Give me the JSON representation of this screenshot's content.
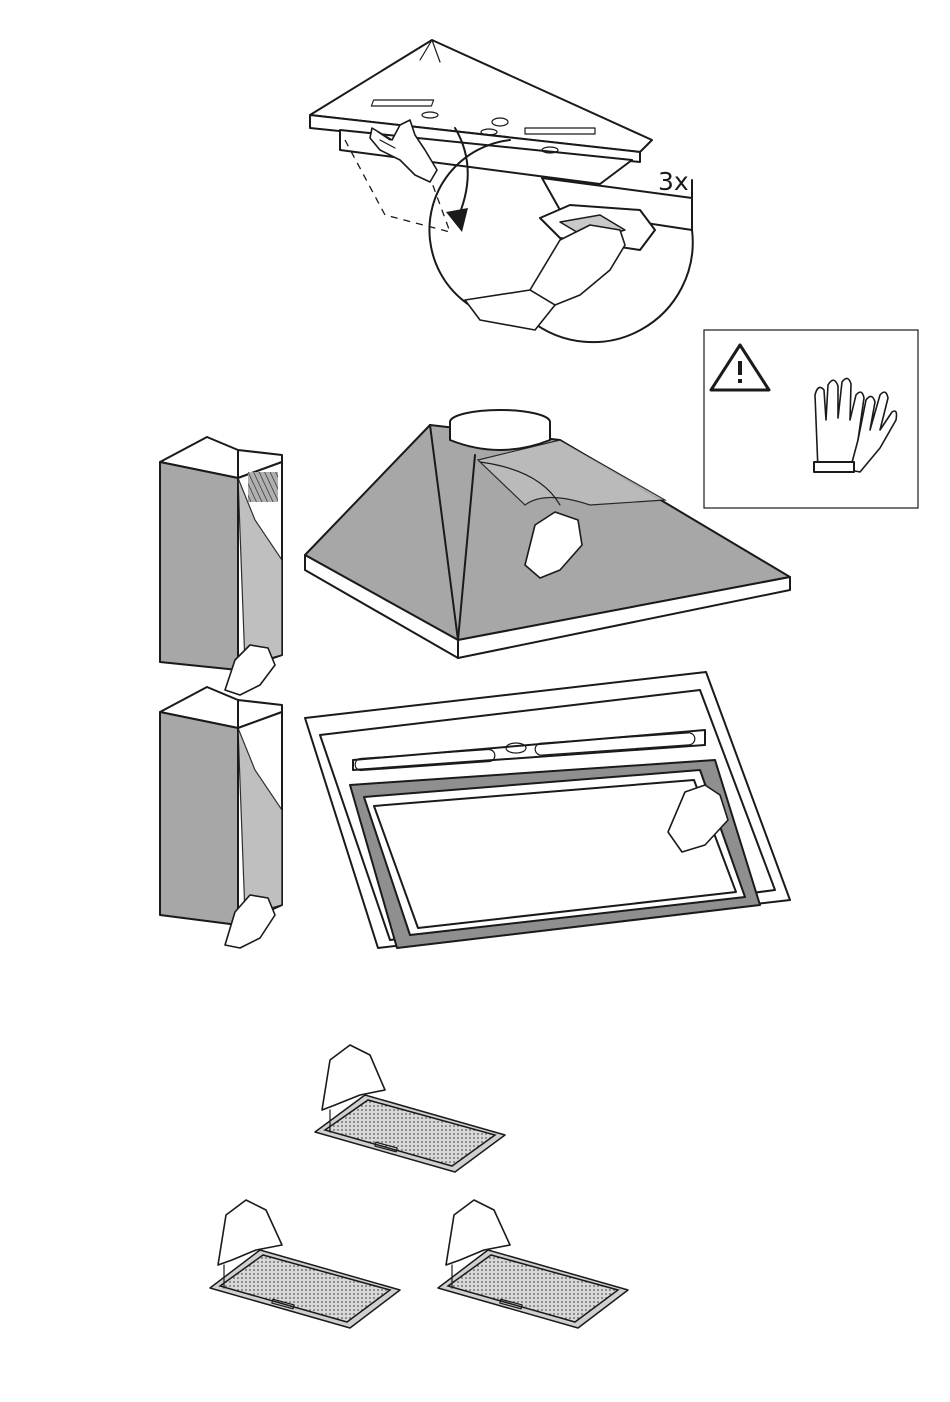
{
  "illustration": {
    "step1": {
      "repeat_label": "3x",
      "arrow": "rotate-down-arrow"
    },
    "warning_box": {
      "icons": [
        "warning-triangle-icon",
        "protective-gloves-icon"
      ]
    },
    "steps": [
      "open-hood-panel",
      "remove-protective-film",
      "remove-grease-filters"
    ]
  }
}
